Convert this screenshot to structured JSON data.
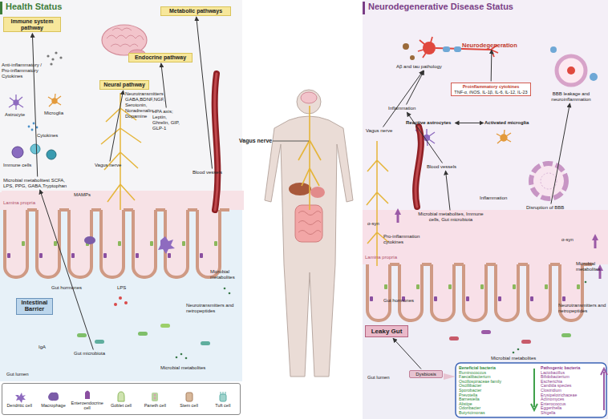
{
  "diagram": {
    "nodes": [
      {
        "text": [
          "Health Status"
        ]
      },
      {
        "text": [
          "Immune system pathway"
        ],
        "in": 0
      },
      {
        "text": [
          "Metabolic pathways"
        ],
        "in": 0
      },
      {
        "text": [
          "Endocrine pathway"
        ],
        "in": 0
      },
      {
        "text": [
          "Neural pathway"
        ],
        "in": 0
      },
      {
        "text": [
          "Microbial metabolitest SCFA, LPS, PPG, GABA,Tryptophan"
        ],
        "in": 0
      },
      {
        "text": [
          "Vagus nerve"
        ],
        "in": 0
      },
      {
        "text": [
          "HPA axis; Leptin, Ghrelin, GIP, GLP-1"
        ],
        "in": 0
      },
      {
        "text": [
          "Blood vessels"
        ],
        "in": 0
      },
      {
        "text": [
          "Intestinal Barrier"
        ],
        "in": 0
      },
      {
        "text": [
          "Gut microbiota"
        ],
        "in": 0
      },
      {
        "text": [
          "Neurodegenerative Disease Status"
        ]
      },
      {
        "text": [
          "Neurodegeneration"
        ],
        "in": 11
      },
      {
        "text": [
          "Aβ and tau pathology"
        ],
        "in": 11
      },
      {
        "text": [
          "Proinflammatory cytokines",
          "TNF-α, iNOS, IL-1β, IL-6, IL-12, IL-23"
        ],
        "in": 11
      },
      {
        "text": [
          "Reactive astrocytes"
        ],
        "in": 11
      },
      {
        "text": [
          "Activated microglia"
        ],
        "in": 11
      },
      {
        "text": [
          "BBB leakage and neuroinflammation"
        ],
        "in": 11
      },
      {
        "text": [
          "Vagus nerve"
        ],
        "in": 11
      },
      {
        "text": [
          "Inflammation"
        ],
        "in": 11
      },
      {
        "text": [
          "Blood vessels"
        ],
        "in": 11
      },
      {
        "text": [
          "Disruption of BBB"
        ],
        "in": 11
      },
      {
        "text": [
          "Microbial metabolites, Immune cells, Gut microbiota"
        ],
        "in": 11
      },
      {
        "text": [
          "Leaky Gut"
        ],
        "in": 11
      },
      {
        "text": [
          "Dysbiosis"
        ],
        "in": 11
      },
      {
        "text": [
          "Beneficial bacteria",
          "Ruminococcus",
          "Faecalibacterium",
          "Oscillospiraceae family",
          "Oscillibacter",
          "Sporobacter",
          "Prevotella",
          "Barnesiella",
          "Alistipe",
          "Odoribacter",
          "Butyricimonas"
        ],
        "in": 11
      },
      {
        "text": [
          "Pathogenic bacteria",
          "Lactobacillus",
          "Bifidobacterium",
          "Escherichia",
          "Candida species",
          "Clostridium",
          "Erysipelotrichaceae",
          "Actinomyces",
          "Enterococcus",
          "Eggerthella",
          "Shigella"
        ],
        "in": 11
      }
    ],
    "edges": [
      {
        "from": 10,
        "to": 5,
        "arrow": "to"
      },
      {
        "from": 5,
        "to": 1,
        "arrow": "to"
      },
      {
        "from": 6,
        "to": 4,
        "arrow": "to"
      },
      {
        "from": 7,
        "to": 3,
        "arrow": "to"
      },
      {
        "from": 8,
        "to": 2,
        "arrow": "to"
      },
      {
        "from": 24,
        "to": 23,
        "arrow": "to"
      },
      {
        "from": 22,
        "to": 20,
        "arrow": "to"
      },
      {
        "from": 20,
        "to": 19,
        "arrow": "to"
      },
      {
        "from": 19,
        "to": 13,
        "arrow": "to"
      },
      {
        "from": 18,
        "to": 13,
        "arrow": "to"
      },
      {
        "from": 21,
        "to": 17,
        "arrow": "to"
      },
      {
        "from": 15,
        "to": 16,
        "arrow": "both"
      },
      {
        "from": 14,
        "to": 12,
        "arrow": "to"
      }
    ],
    "labels": [
      "Anti-inflammatory / Pro-inflammatory Cytokines",
      "Astrocyte",
      "Microglia",
      "Cytokines",
      "Immune cells",
      "Neurotransmitters GABA,BDNF,NGF, Serotonin, Noradrenalin, Dopamine",
      "Lamina propria",
      "MAMPs",
      "Gut hormones",
      "LPS",
      "Microbial metabolites",
      "Neurotransmitters and netropeptides",
      "IgA",
      "Microbial metabolites",
      "Gut lumen",
      "Vagus nerve",
      "α-syn",
      "α-syn",
      "Lamina propria",
      "Inflammation",
      "Pro-inflammation cytokines",
      "Gut hormones",
      "Microbial metabolites",
      "Neurotransmitters and netropeptides",
      "Gut lumen",
      "Microbial metabolites"
    ],
    "legend": [
      {
        "text": "Dendritic cell"
      },
      {
        "text": "Macrophage"
      },
      {
        "text": "Enteroendocrine cell"
      },
      {
        "text": "Goblet cell"
      },
      {
        "text": "Paneth cell"
      },
      {
        "text": "Stem cell"
      },
      {
        "text": "Tuft cell"
      }
    ]
  }
}
